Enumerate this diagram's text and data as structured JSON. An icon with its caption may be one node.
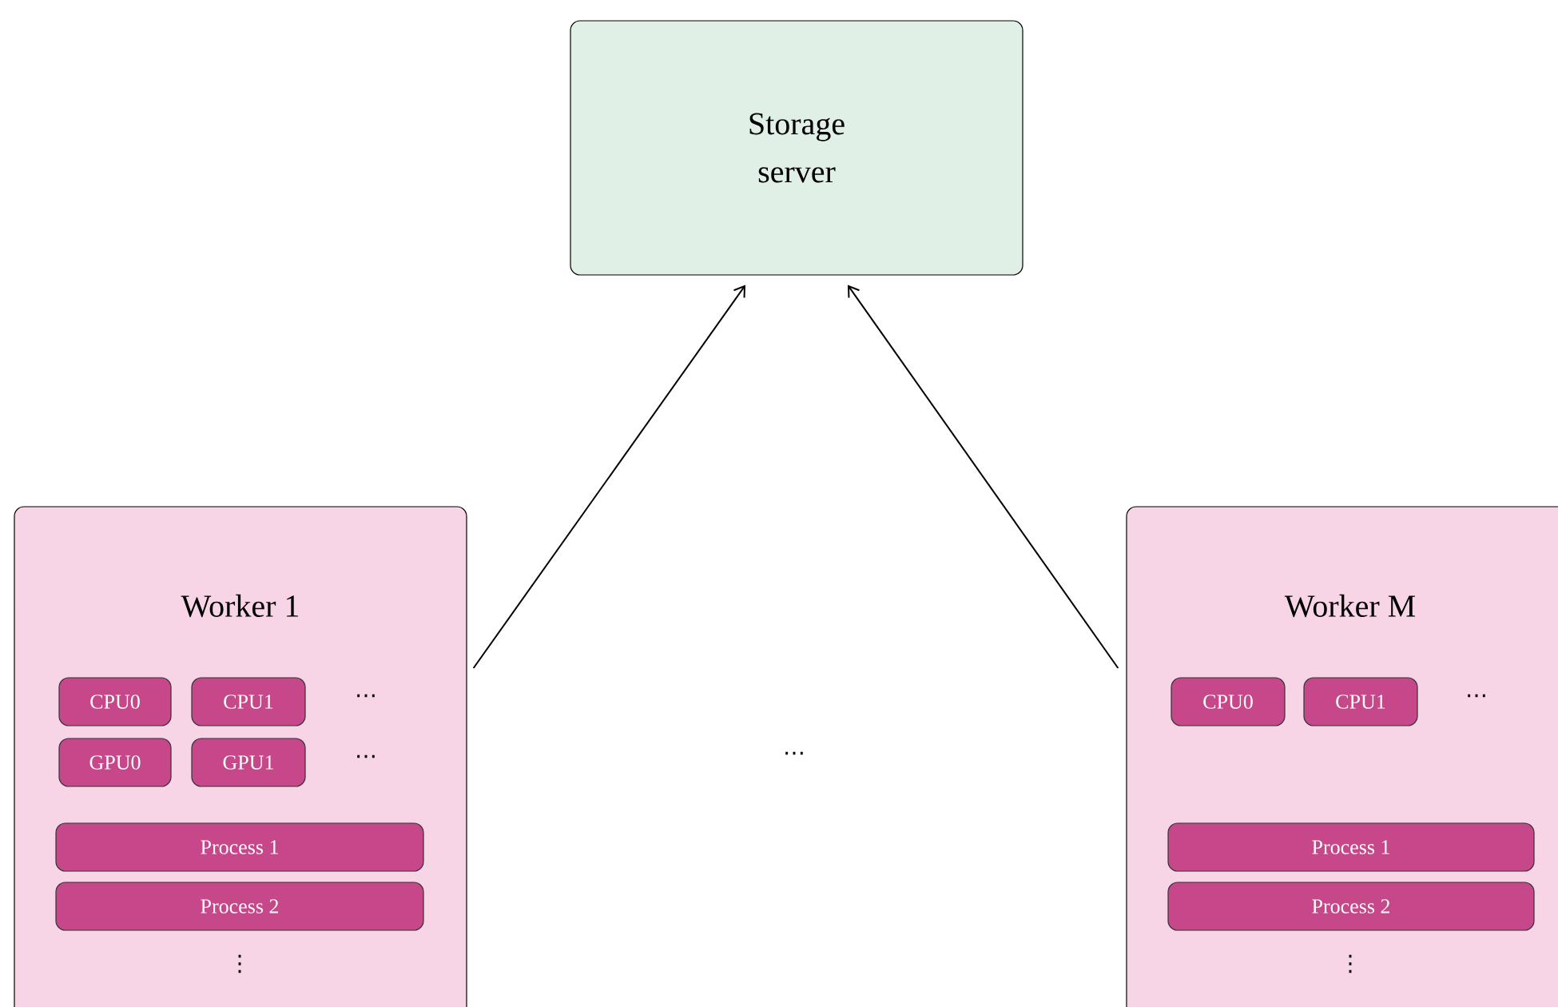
{
  "diagram": {
    "nodes": [
      {
        "text": [
          "Storage server"
        ]
      },
      {
        "text": [
          "Worker 1"
        ]
      },
      {
        "text": [
          "CPU0"
        ],
        "in": 1
      },
      {
        "text": [
          "CPU1"
        ],
        "in": 1
      },
      {
        "text": [
          "GPU0"
        ],
        "in": 1
      },
      {
        "text": [
          "GPU1"
        ],
        "in": 1
      },
      {
        "text": [
          "Process 1"
        ],
        "in": 1
      },
      {
        "text": [
          "Process 2"
        ],
        "in": 1
      },
      {
        "text": [
          "Worker M"
        ]
      },
      {
        "text": [
          "CPU0"
        ],
        "in": 8
      },
      {
        "text": [
          "CPU1"
        ],
        "in": 8
      },
      {
        "text": [
          "Process 1"
        ],
        "in": 8
      },
      {
        "text": [
          "Process 2"
        ],
        "in": 8
      }
    ],
    "edges": [
      {
        "from": 1,
        "to": 0,
        "arrow": "to"
      },
      {
        "from": 8,
        "to": 0,
        "arrow": "to"
      }
    ],
    "labels": [
      "⋯",
      "⋯",
      "⋯",
      "⋯",
      "⋮",
      "⋮"
    ]
  }
}
